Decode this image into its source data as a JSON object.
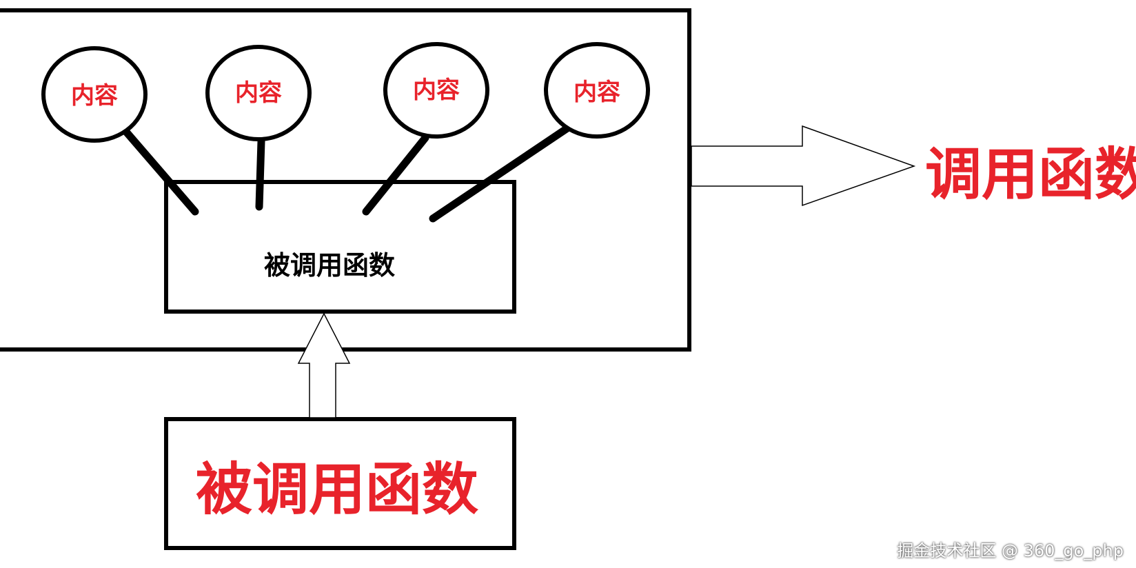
{
  "colors": {
    "stroke": "#000000",
    "accent_red": "#e8232b",
    "background": "#ffffff"
  },
  "content_nodes": [
    {
      "label": "内容"
    },
    {
      "label": "内容"
    },
    {
      "label": "内容"
    },
    {
      "label": "内容"
    }
  ],
  "inner_box": {
    "label": "被调用函数"
  },
  "result_label": "调用函数",
  "bottom_box": {
    "label": "被调用函数"
  },
  "watermark": "掘金技术社区 @ 360_go_php"
}
